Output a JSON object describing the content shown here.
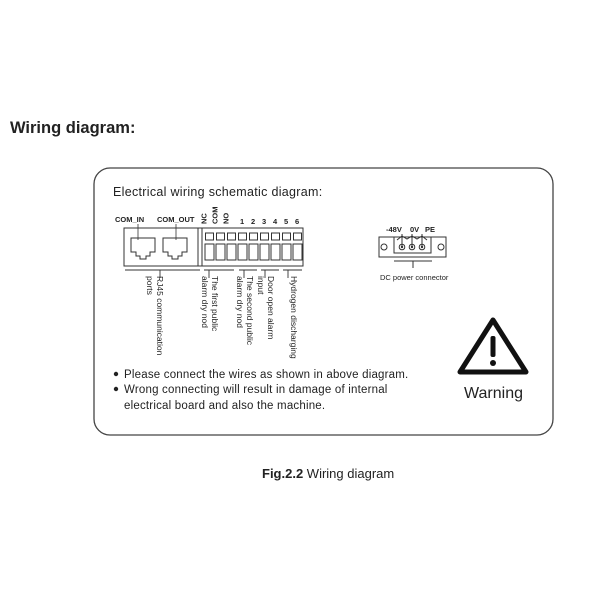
{
  "heading": "Wiring diagram:",
  "schematic": {
    "title": "Electrical wiring schematic diagram:",
    "ports": {
      "com_in": "COM_IN",
      "com_out": "COM_OUT"
    },
    "terminals": [
      "NC",
      "COM",
      "NO",
      "1",
      "2",
      "3",
      "4",
      "5",
      "6"
    ],
    "labels": {
      "rj45": [
        "RJ45 communication",
        "ports"
      ],
      "first_alarm": [
        "The first public",
        "alarm dry nod"
      ],
      "second_alarm": [
        "The second public",
        "alarm dry nod"
      ],
      "door": [
        "Door open alarm",
        "input"
      ],
      "hydrogen": [
        "Hydrogen discharging"
      ]
    },
    "dc": {
      "pins": [
        "-48V",
        "0V",
        "PE"
      ],
      "label": "DC power connector"
    },
    "notes": [
      "Please connect the wires as shown in above diagram.",
      "Wrong connecting will result in damage of internal",
      "electrical board and also the machine."
    ],
    "warning": "Warning"
  },
  "caption": {
    "prefix": "Fig.2.2",
    "text": " Wiring diagram"
  }
}
